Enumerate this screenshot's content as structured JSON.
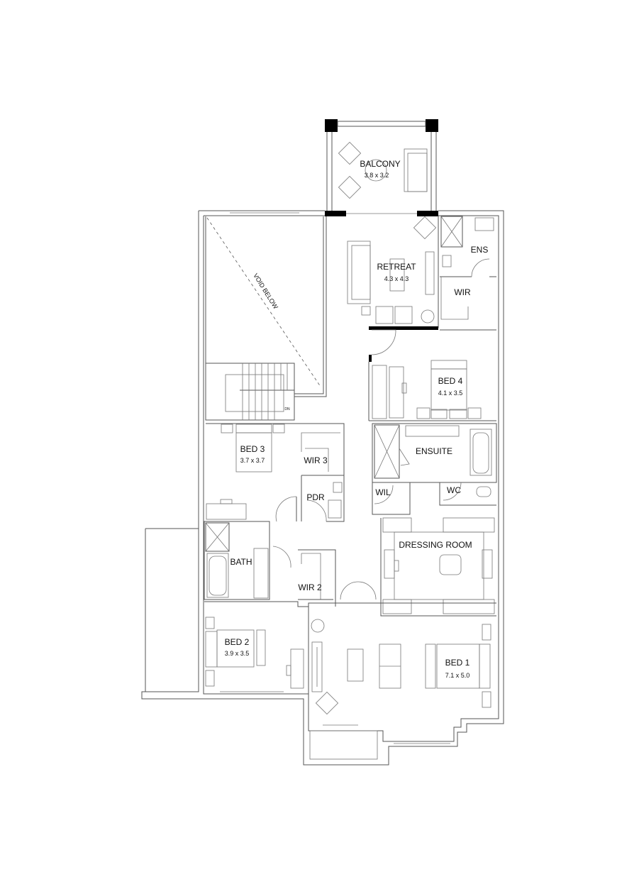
{
  "plan": {
    "rooms": [
      {
        "name": "BALCONY",
        "size": "3.8 x 3.2"
      },
      {
        "name": "RETREAT",
        "size": "4.3 x 4.3"
      },
      {
        "name": "ENS"
      },
      {
        "name": "WIR"
      },
      {
        "name": "BED 4",
        "size": "4.1 x 3.5"
      },
      {
        "name": "BED 3",
        "size": "3.7 x 3.7"
      },
      {
        "name": "WIR 3"
      },
      {
        "name": "PDR"
      },
      {
        "name": "ENSUITE"
      },
      {
        "name": "WIL"
      },
      {
        "name": "WC"
      },
      {
        "name": "BATH"
      },
      {
        "name": "DRESSING ROOM"
      },
      {
        "name": "WIR 2"
      },
      {
        "name": "BED 2",
        "size": "3.9 x 3.5"
      },
      {
        "name": "BED 1",
        "size": "7.1 x 5.0"
      }
    ],
    "void_label": "VOID BELOW",
    "stair_label": "DN"
  }
}
